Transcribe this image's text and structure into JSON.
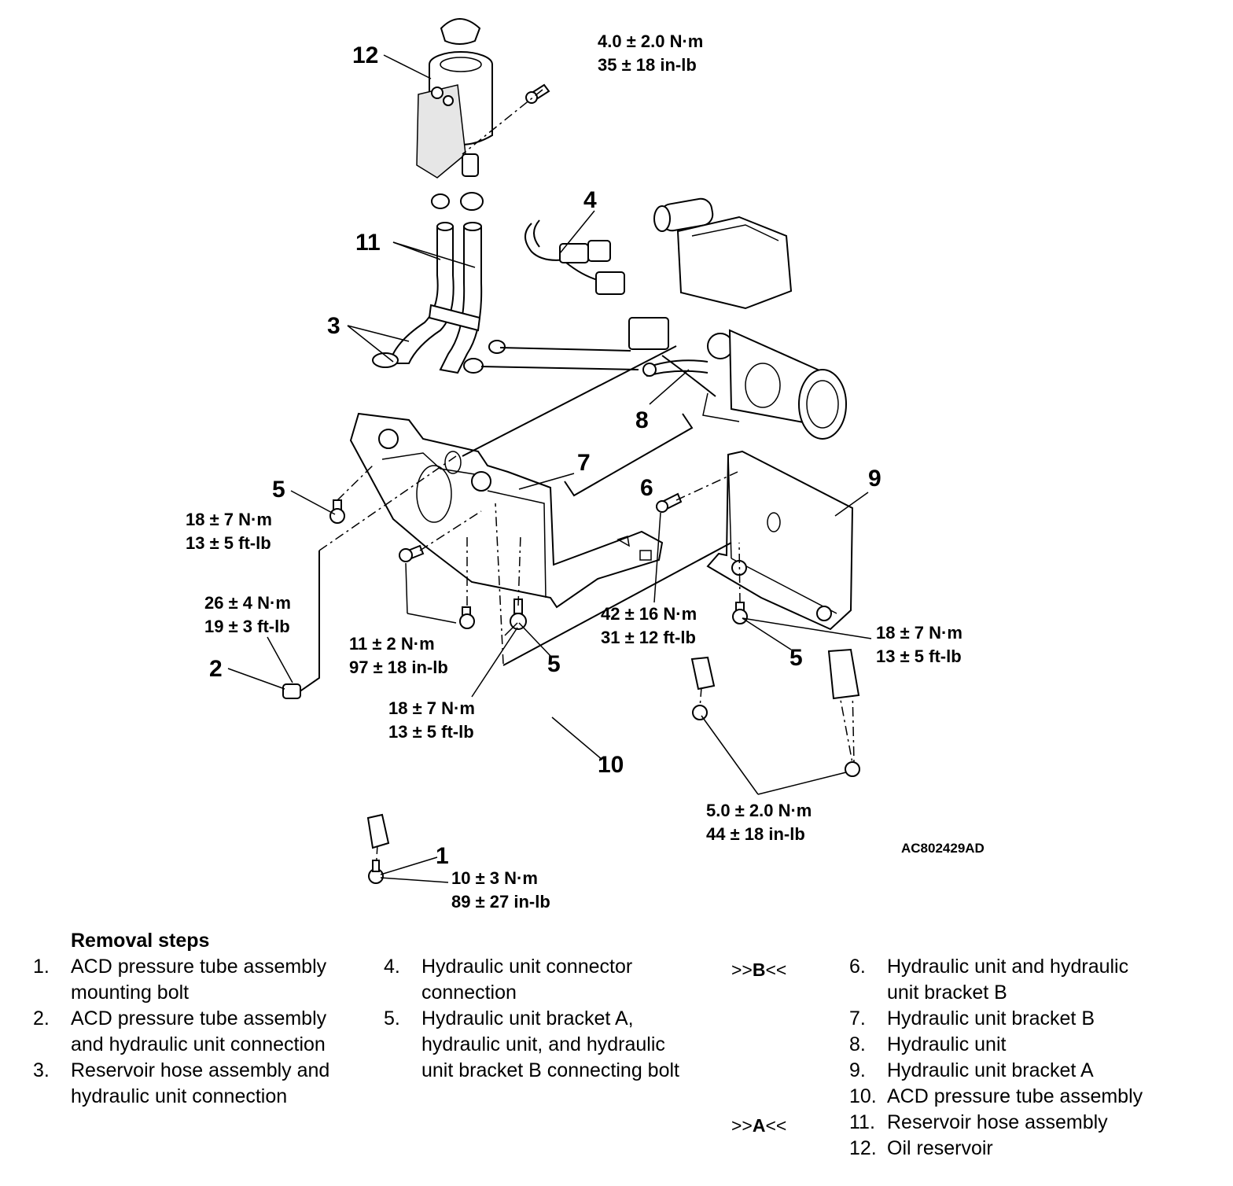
{
  "diagram": {
    "callouts": [
      "12",
      "11",
      "3",
      "4",
      "8",
      "7",
      "6",
      "9",
      "5",
      "2",
      "10",
      "1"
    ],
    "torques": [
      {
        "metric": "4.0 ± 2.0 N·m",
        "imperial": "35 ± 18 in-lb"
      },
      {
        "metric": "18 ± 7 N·m",
        "imperial": "13 ± 5 ft-lb"
      },
      {
        "metric": "26 ± 4 N·m",
        "imperial": "19 ± 3 ft-lb"
      },
      {
        "metric": "11 ± 2 N·m",
        "imperial": "97 ± 18 in-lb"
      },
      {
        "metric": "42 ± 16 N·m",
        "imperial": "31 ± 12 ft-lb"
      },
      {
        "metric": "18 ± 7 N·m",
        "imperial": "13 ± 5 ft-lb"
      },
      {
        "metric": "18 ± 7 N·m",
        "imperial": "13 ± 5 ft-lb"
      },
      {
        "metric": "5.0 ± 2.0 N·m",
        "imperial": "44 ± 18 in-lb"
      },
      {
        "metric": "10 ± 3 N·m",
        "imperial": "89 ± 27 in-lb"
      }
    ],
    "figure_id": "AC802429AD"
  },
  "removal": {
    "heading": "Removal steps",
    "marker_b": {
      "prefix": ">>",
      "letter": "B",
      "suffix": "<<"
    },
    "marker_a": {
      "prefix": ">>",
      "letter": "A",
      "suffix": "<<"
    },
    "steps": [
      {
        "num": "1.",
        "lines": [
          "ACD pressure tube assembly",
          "mounting bolt"
        ]
      },
      {
        "num": "2.",
        "lines": [
          "ACD pressure tube assembly",
          "and hydraulic unit connection"
        ]
      },
      {
        "num": "3.",
        "lines": [
          "Reservoir hose assembly and",
          "hydraulic unit connection"
        ]
      },
      {
        "num": "4.",
        "lines": [
          "Hydraulic unit connector",
          "connection"
        ]
      },
      {
        "num": "5.",
        "lines": [
          "Hydraulic unit bracket A,",
          "hydraulic unit, and hydraulic",
          "unit bracket B connecting bolt"
        ]
      },
      {
        "num": "6.",
        "lines": [
          "Hydraulic unit and hydraulic",
          "unit bracket B"
        ]
      },
      {
        "num": "7.",
        "lines": [
          "Hydraulic unit bracket B"
        ]
      },
      {
        "num": "8.",
        "lines": [
          "Hydraulic unit"
        ]
      },
      {
        "num": "9.",
        "lines": [
          "Hydraulic unit bracket A"
        ]
      },
      {
        "num": "10.",
        "lines": [
          "ACD pressure tube assembly"
        ]
      },
      {
        "num": "11.",
        "lines": [
          "Reservoir hose assembly"
        ]
      },
      {
        "num": "12.",
        "lines": [
          "Oil reservoir"
        ]
      }
    ]
  }
}
